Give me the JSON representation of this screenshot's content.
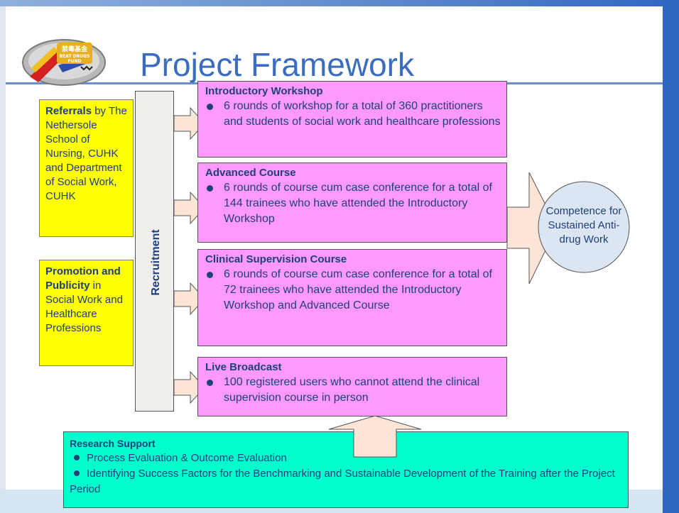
{
  "slide": {
    "title": "Project Framework",
    "logo": {
      "icon": "beat-drugs-fund-logo",
      "text": "禁毒基金 BEAT DRUGS FUND"
    }
  },
  "sources": {
    "referrals": {
      "bold": "Referrals",
      "text": " by The Nethersole School of Nursing, CUHK and Department of Social Work, CUHK"
    },
    "promotion": {
      "bold": "Promotion and Publicity",
      "text": " in Social Work and Healthcare Professions"
    }
  },
  "recruitment": {
    "label": "Recruitment"
  },
  "programmes": [
    {
      "heading": "Introductory Workshop",
      "bullet": "6 rounds of workshop for a total of 360 practitioners and students of social work and healthcare professions"
    },
    {
      "heading": "Advanced Course",
      "bullet": "6 rounds of course cum case conference for a total of 144 trainees who have attended the Introductory Workshop"
    },
    {
      "heading": "Clinical Supervision Course",
      "bullet": "6 rounds of course cum case conference for a total of 72 trainees who have attended the Introductory Workshop and Advanced Course"
    },
    {
      "heading": "Live Broadcast",
      "bullet": "100 registered users who cannot attend the clinical supervision course in person"
    }
  ],
  "outcome": {
    "text": "Competence for Sustained Anti-drug Work"
  },
  "research": {
    "heading": "Research Support",
    "bullets": [
      "Process Evaluation & Outcome Evaluation",
      "Identifying Success Factors for the Benchmarking and Sustainable Development of the Training after the Project Period"
    ]
  },
  "colors": {
    "title": "#3b6cc0",
    "text": "#1f3f7a",
    "yellow_box": "#ffff00",
    "magenta_box": "#ff99ff",
    "teal_box": "#00ffcc",
    "arrow_fill": "#fce4d6",
    "outcome_ellipse": "#dce6f2",
    "frame_blue": "#2f66c2"
  }
}
